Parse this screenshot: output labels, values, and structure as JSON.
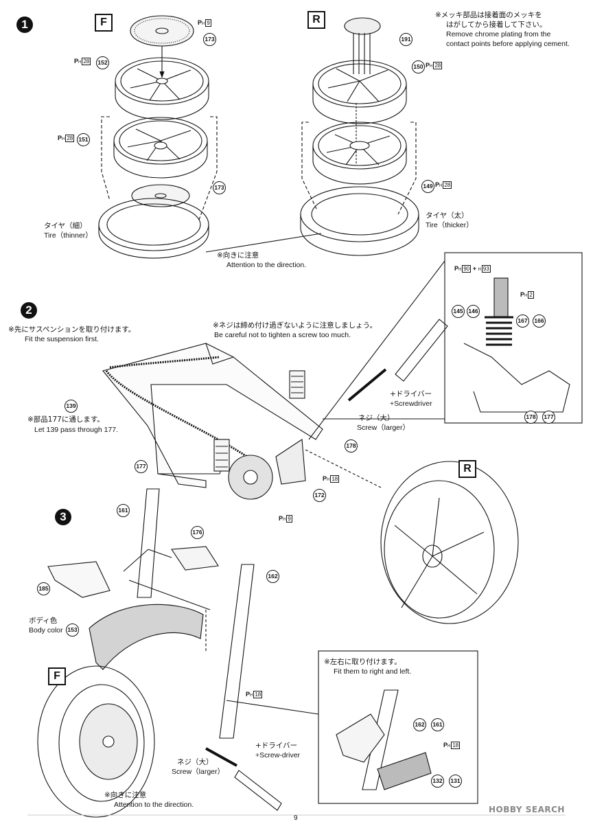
{
  "steps": [
    "1",
    "2",
    "3"
  ],
  "panels": {
    "front": "F",
    "rear": "R"
  },
  "notes": {
    "chrome_jp_1": "※メッキ部品は接着面のメッキを",
    "chrome_jp_2": "はがしてから接着して下さい。",
    "chrome_en_1": "Remove chrome plating from the",
    "chrome_en_2": "contact points before applying cement.",
    "tire_thin_jp": "タイヤ（細）",
    "tire_thin_en": "Tire（thinner）",
    "tire_thick_jp": "タイヤ（太）",
    "tire_thick_en": "Tire（thicker）",
    "direction_jp": "※向きに注意",
    "direction_en": "Attention to the direction.",
    "susp_jp": "※先にサスペンションを取り付けます。",
    "susp_en": "Fit the suspension first.",
    "screw_jp": "※ネジは締め付け過ぎないように注意しましょう。",
    "screw_en": "Be careful not to tighten a screw too much.",
    "pass_jp": "※部品177に通します。",
    "pass_en": "Let 139 pass through 177.",
    "driver_jp": "+ドライバー",
    "driver_en": "+Screwdriver",
    "screw_large_jp": "ネジ（大）",
    "screw_large_en": "Screw（larger）",
    "body_color_jp": "ボディ色",
    "body_color_en": "Body color",
    "lr_jp": "※左右に取り付けます。",
    "lr_en": "Fit them to right and left.",
    "driver2_jp": "+ドライバー",
    "driver2_en": "+Screw-driver",
    "screw_large2_jp": "ネジ（大）",
    "screw_large2_en": "Screw（larger）",
    "direction2_jp": "※向きに注意",
    "direction2_en": "Attention to the direction."
  },
  "parts": {
    "p173a": "173",
    "p152": "152",
    "p151": "151",
    "p173b": "173",
    "p191": "191",
    "p150": "150",
    "p149": "149",
    "p145": "145",
    "p146": "146",
    "p167": "167",
    "p166": "166",
    "p178a": "178",
    "p177a": "177",
    "p139": "139",
    "p177b": "177",
    "p178b": "178",
    "p172": "172",
    "p161": "161",
    "p176": "176",
    "p185": "185",
    "p162": "162",
    "p153": "153",
    "p162b": "162",
    "p161b": "161",
    "p132": "132",
    "p131": "131"
  },
  "paint": {
    "ph9a": "9",
    "ph28a": "28",
    "ph28b": "28",
    "ph28c": "28",
    "ph28d": "28",
    "ph90": "90",
    "h93": "93",
    "ph2": "2",
    "ph18a": "18",
    "ph9b": "9",
    "ph18b": "18",
    "ph18c": "18",
    "p_letter": "P",
    "h_letter": "H"
  },
  "footer": {
    "page": "9",
    "logo": "HOBBY SEARCH"
  }
}
